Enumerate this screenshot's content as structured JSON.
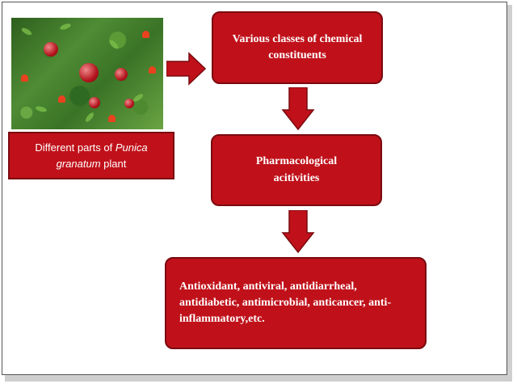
{
  "diagram": {
    "plant_label": {
      "prefix": "Different parts of ",
      "italic": "Punica granatum",
      "suffix": " plant"
    },
    "boxes": {
      "constituents": "Various classes of chemical constituents",
      "pharmacological": "Pharmacological acitivities",
      "activities": "Antioxidant, antiviral, antidiarrheal, antidiabetic, antimicrobial, anticancer, anti-inflammatory,etc."
    }
  },
  "colors": {
    "box_fill": "#c0111a",
    "box_border": "#7a0a0f",
    "text": "#ffffff"
  }
}
